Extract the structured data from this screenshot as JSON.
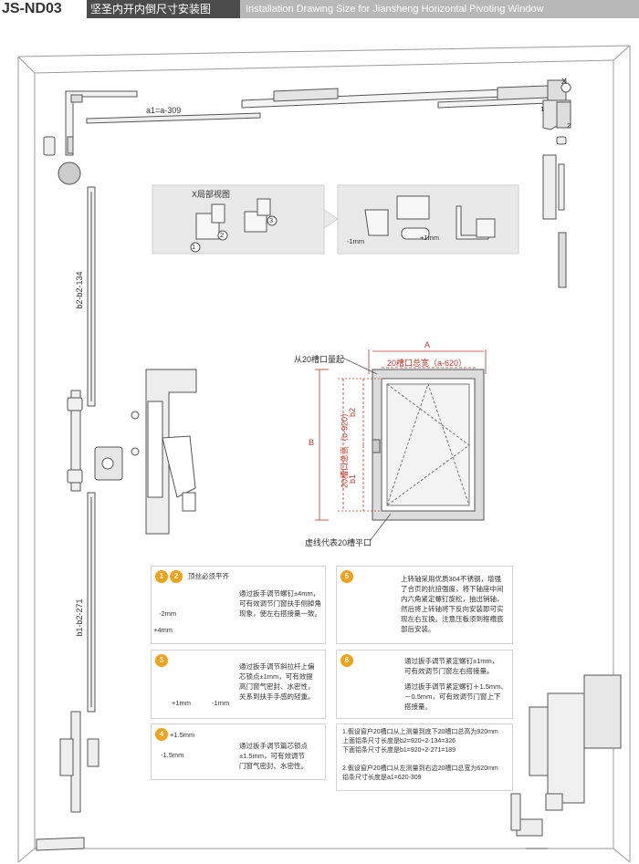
{
  "header": {
    "model": "JS-ND03",
    "title_cn": "坚圣内开内倒尺寸安装图",
    "title_en": "Installation Drawing Size for Jiansheng Horizontal Pivoting Window"
  },
  "labels": {
    "a1": "a1=a-309",
    "b2": "b2-b2-134",
    "b1": "b1-b2-271",
    "x_mark": "X",
    "detail_title": "X局部视图",
    "top_slot": "从20槽口量起",
    "bottom_slot": "虚线代表20槽平口",
    "A": "A",
    "B": "B",
    "width_slot": "20槽口总宽（a-620）",
    "height_slot": "20槽口总高（b-920）",
    "dim_b2": "b2",
    "dim_b1": "b1",
    "detail_nums": [
      "1",
      "2",
      "3"
    ],
    "detail_minus1": "-1mm",
    "detail_plus1": "+1mm",
    "callout_1": "1",
    "callout_2": "2"
  },
  "notes": {
    "n12": {
      "badges": [
        "1",
        "2"
      ],
      "heading": "顶丝必须平齐",
      "text": "通过扳手调节螺钉±4mm，\n可有效调节门窗扶手侧掉角\n现象，使左右搭接量一致。",
      "dims": [
        "-2mm",
        "+4mm"
      ]
    },
    "n3": {
      "badge": "3",
      "text": "通过扳手调节斜拉杆上偏\n芯锁点±1mm，可有效提\n高门窗气密封、水密性，\n关系到扶手手感的轻重。",
      "dims": [
        "+1mm",
        "-1mm"
      ]
    },
    "n4": {
      "badge": "4",
      "text": "通过扳手调节篇芯锁点\n±1.5mm，可有效调节\n门窗气密封、水密性。",
      "dims": [
        "+1.5mm",
        "-1.5mm"
      ]
    },
    "n5": {
      "badge": "5",
      "text": "上转轴采用优质304不锈钢，增强\n了合页的抗扭强度，将下轴座中间\n内六角紧定螺钉旋松，抽出销轴，\n然后将上转轴将下反向安装即可实\n现左右互换。注意压板须到框槽底\n部后安装。"
    },
    "n6": {
      "badge": "6",
      "text1": "通过扳手调节紧定螺钉±1mm，\n可有效调节门窗左右搭接量。",
      "text2": "通过扳手调节紧定螺钉＋1.5mm、\n－0.5mm，可有效调节门窗上下\n搭接量。"
    },
    "calc": {
      "text": "1.假设窗户20槽口从上测量到底下20槽口总高为920mm\n上面铝条尺寸长度是b2=920÷2-134=326\n下面铝条尺寸长度是b1=920÷2-271=189\n\n2.假设窗户20槽口从左测量到右边20槽口总宽为620mm\n铝条尺寸长度是a1=620-309"
    }
  }
}
